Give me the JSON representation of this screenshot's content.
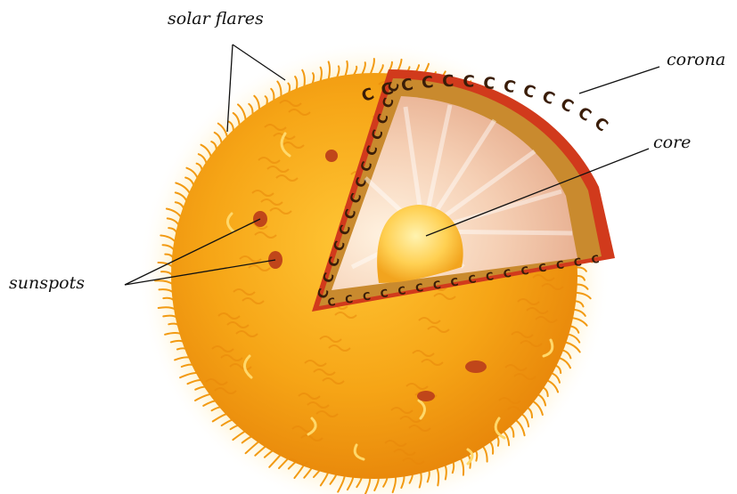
{
  "labels": {
    "solar_flares": "solar flares",
    "corona": "corona",
    "core": "core",
    "sunspots": "sunspots"
  },
  "colors": {
    "photosphere": "#f6a516",
    "photosphere_dark": "#e8870a",
    "corona_glow": "#ffe7a0",
    "cutaway_rim": "#d13a1c",
    "convection_zone": "#c98a2e",
    "radiative_zone": "#f7d2b8",
    "core": "#ffcf48",
    "sunspot": "#c0461a",
    "leader_line": "#111111"
  }
}
